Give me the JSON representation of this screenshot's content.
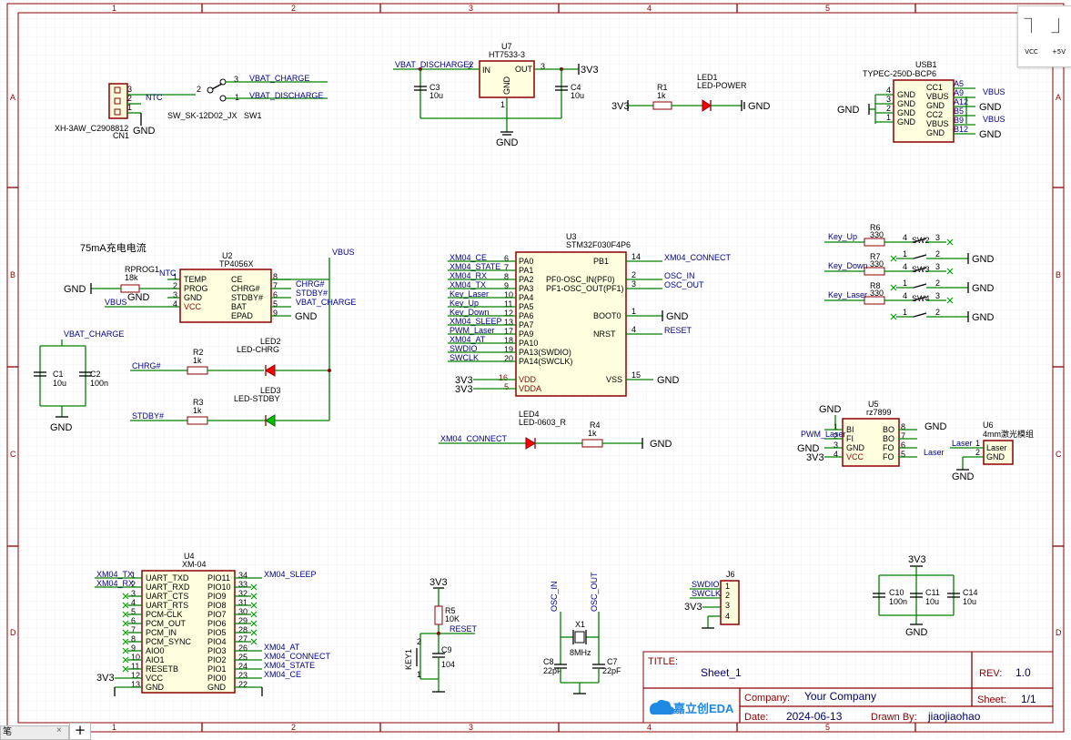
{
  "sheet": {
    "title_label": "TITLE:",
    "title_value": "Sheet_1",
    "rev_label": "REV:",
    "rev_value": "1.0",
    "company_label": "Company:",
    "company_value": "Your Company",
    "sheet_label": "Sheet:",
    "sheet_value": "1/1",
    "date_label": "Date:",
    "date_value": "2024-06-13",
    "drawn_label": "Drawn By:",
    "drawn_value": "jiaojiaohao",
    "logo_text": "嘉立创EDA"
  },
  "grid": {
    "cols": [
      "1",
      "2",
      "3",
      "4",
      "5"
    ],
    "rows": [
      "A",
      "B",
      "C",
      "D"
    ]
  },
  "toolbar": {
    "vcc_label": "VCC",
    "p5v_label": "+5V"
  },
  "tabs": {
    "current": "笔",
    "close": "×",
    "add": "+"
  },
  "power": {
    "gnd": "GND",
    "v33": "3V3",
    "vbus": "VBUS"
  },
  "cn1": {
    "ref": "CN1",
    "value": "XH-3AW_C2908812",
    "pins": [
      "3",
      "2",
      "1"
    ],
    "net_ntc": "NTC"
  },
  "sw1": {
    "ref": "SW1",
    "value": "SW_SK-12D02_JX",
    "pin_a": "3",
    "pin_b": "2",
    "pin_c": "1",
    "net_a": "VBAT_CHARGE",
    "net_b": "VBAT_DISCHARGE"
  },
  "u7": {
    "ref": "U7",
    "value": "HT7533-3",
    "in": "IN",
    "out": "OUT",
    "gnd": "GND",
    "pin_in": "2",
    "pin_out": "3",
    "pin_gnd": "1",
    "net_in": "VBAT_DISCHARGE2"
  },
  "c3": {
    "ref": "C3",
    "value": "10u"
  },
  "c4": {
    "ref": "C4",
    "value": "10u"
  },
  "r1": {
    "ref": "R1",
    "value": "1k"
  },
  "led1": {
    "ref": "LED1",
    "value": "LED-POWER"
  },
  "usb1": {
    "ref": "USB1",
    "value": "TYPEC-250D-BCP6",
    "left_pins": [
      "4",
      "3",
      "2",
      "1"
    ],
    "rows": [
      {
        "name": "CC1",
        "num": "A5"
      },
      {
        "name": "VBUS",
        "num": "A9"
      },
      {
        "name": "GND",
        "num": "A12"
      },
      {
        "name": "CC2",
        "num": "B5"
      },
      {
        "name": "VBUS",
        "num": "B9"
      },
      {
        "name": "GND",
        "num": "B12"
      }
    ]
  },
  "charge_note": "75mA充电电流",
  "u2": {
    "ref": "U2",
    "value": "TP4056X",
    "left": [
      {
        "name": "TEMP",
        "num": "1"
      },
      {
        "name": "PROG",
        "num": "2"
      },
      {
        "name": "GND",
        "num": "3"
      },
      {
        "name": "VCC",
        "num": "4"
      }
    ],
    "right": [
      {
        "name": "CE",
        "num": "8"
      },
      {
        "name": "CHRG#",
        "num": "7"
      },
      {
        "name": "STDBY#",
        "num": "6"
      },
      {
        "name": "BAT",
        "num": "5"
      },
      {
        "name": "EPAD",
        "num": "9"
      }
    ],
    "nets_right": [
      "CHRG#",
      "STDBY#",
      "VBAT_CHARGE"
    ]
  },
  "rprog": {
    "ref": "RPROG1",
    "value": "18k"
  },
  "c1": {
    "ref": "C1",
    "value": "10u"
  },
  "c2": {
    "ref": "C2",
    "value": "100n"
  },
  "r2": {
    "ref": "R2",
    "value": "1k"
  },
  "led2": {
    "ref": "LED2",
    "value": "LED-CHRG"
  },
  "r3": {
    "ref": "R3",
    "value": "1k"
  },
  "led3": {
    "ref": "LED3",
    "value": "LED-STDBY"
  },
  "net_vbat_charge": "VBAT_CHARGE",
  "net_chrg": "CHRG#",
  "net_stdby": "STDBY#",
  "u3": {
    "ref": "U3",
    "value": "STM32F030F4P6",
    "left": [
      {
        "net": "XM04_CE",
        "num": "6",
        "pin": "PA0"
      },
      {
        "net": "XM04_STATE",
        "num": "7",
        "pin": "PA1"
      },
      {
        "net": "XM04_RX",
        "num": "8",
        "pin": "PA2"
      },
      {
        "net": "XM04_TX",
        "num": "9",
        "pin": "PA3"
      },
      {
        "net": "Key_Laser",
        "num": "10",
        "pin": "PA4"
      },
      {
        "net": "Key_Up",
        "num": "11",
        "pin": "PA5"
      },
      {
        "net": "Key_Down",
        "num": "12",
        "pin": "PA6"
      },
      {
        "net": "XM04_SLEEP",
        "num": "13",
        "pin": "PA7"
      },
      {
        "net": "PWM_Laser",
        "num": "17",
        "pin": "PA9"
      },
      {
        "net": "XM04_AT",
        "num": "18",
        "pin": "PA10"
      },
      {
        "net": "SWDIO",
        "num": "19",
        "pin": "PA13(SWDIO)"
      },
      {
        "net": "SWCLK",
        "num": "20",
        "pin": "PA14(SWCLK)"
      }
    ],
    "right_top": [
      {
        "pin": "PB1",
        "num": "14",
        "net": "XM04_CONNECT"
      },
      {
        "pin": "PF0-OSC_IN(PF0)",
        "num": "2",
        "net": "OSC_IN"
      },
      {
        "pin": "PF1-OSC_OUT(PF1)",
        "num": "3",
        "net": "OSC_OUT"
      },
      {
        "pin": "BOOT0",
        "num": "1",
        "net": ""
      },
      {
        "pin": "NRST",
        "num": "4",
        "net": "RESET"
      }
    ],
    "vdd": {
      "pin": "VDD",
      "num": "16"
    },
    "vdda": {
      "pin": "VDDA",
      "num": "5"
    },
    "vss": {
      "pin": "VSS",
      "num": "15"
    }
  },
  "keys": {
    "r6": {
      "ref": "R6",
      "value": "330",
      "net": "Key_Up",
      "sw": "SW2"
    },
    "r7": {
      "ref": "R7",
      "value": "330",
      "net": "Key_Down",
      "sw": "SW3"
    },
    "r8": {
      "ref": "R8",
      "value": "330",
      "net": "Key_Laser",
      "sw": "SW4"
    },
    "pins": [
      "4",
      "3",
      "1",
      "2"
    ]
  },
  "led4": {
    "ref": "LED4",
    "value": "LED-0603_R",
    "net": "XM04_CONNECT"
  },
  "r4": {
    "ref": "R4",
    "value": "1k"
  },
  "u5": {
    "ref": "U5",
    "value": "rz7899",
    "left": [
      {
        "name": "BI",
        "num": "1"
      },
      {
        "name": "FI",
        "num": "2"
      },
      {
        "name": "GND",
        "num": "3"
      },
      {
        "name": "VCC",
        "num": "4"
      }
    ],
    "right": [
      {
        "name": "BO",
        "num": "8"
      },
      {
        "name": "BO",
        "num": "7"
      },
      {
        "name": "FO",
        "num": "6"
      },
      {
        "name": "FO",
        "num": "5"
      }
    ],
    "net_pwm": "PWM_Laser",
    "net_laser": "Laser"
  },
  "u6": {
    "ref": "U6",
    "value": "4mm激光模组",
    "pins": [
      {
        "name": "Laser",
        "num": "1"
      },
      {
        "name": "GND",
        "num": "2"
      }
    ],
    "net": "Laser"
  },
  "u4": {
    "ref": "U4",
    "value": "XM-04",
    "left": [
      {
        "net": "XM04_TX",
        "num": "1",
        "pin": "UART_TXD"
      },
      {
        "net": "XM04_RX",
        "num": "2",
        "pin": "UART_RXD"
      },
      {
        "net": "",
        "num": "3",
        "pin": "UART_CTS"
      },
      {
        "net": "",
        "num": "4",
        "pin": "UART_RTS"
      },
      {
        "net": "",
        "num": "5",
        "pin": "PCM-CLK"
      },
      {
        "net": "",
        "num": "6",
        "pin": "PCM_OUT"
      },
      {
        "net": "",
        "num": "7",
        "pin": "PCM_IN"
      },
      {
        "net": "",
        "num": "8",
        "pin": "PCM_SYNC"
      },
      {
        "net": "",
        "num": "9",
        "pin": "AIO0"
      },
      {
        "net": "",
        "num": "10",
        "pin": "AIO1"
      },
      {
        "net": "",
        "num": "11",
        "pin": "RESETB"
      },
      {
        "net": "3V3",
        "num": "12",
        "pin": "VCC"
      },
      {
        "net": "",
        "num": "13",
        "pin": "GND"
      }
    ],
    "right": [
      {
        "pin": "PIO11",
        "num": "34",
        "net": "XM04_SLEEP"
      },
      {
        "pin": "PIO10",
        "num": "33",
        "net": ""
      },
      {
        "pin": "PIO9",
        "num": "32",
        "net": ""
      },
      {
        "pin": "PIO8",
        "num": "31",
        "net": ""
      },
      {
        "pin": "PIO7",
        "num": "30",
        "net": ""
      },
      {
        "pin": "PIO6",
        "num": "29",
        "net": ""
      },
      {
        "pin": "PIO5",
        "num": "28",
        "net": ""
      },
      {
        "pin": "PIO4",
        "num": "27",
        "net": ""
      },
      {
        "pin": "PIO3",
        "num": "26",
        "net": "XM04_AT"
      },
      {
        "pin": "PIO2",
        "num": "25",
        "net": "XM04_CONNECT"
      },
      {
        "pin": "PIO1",
        "num": "24",
        "net": "XM04_STATE"
      },
      {
        "pin": "PIO0",
        "num": "23",
        "net": "XM04_CE"
      },
      {
        "pin": "GND",
        "num": "22",
        "net": ""
      }
    ]
  },
  "reset": {
    "r5": {
      "ref": "R5",
      "value": "10K"
    },
    "c9": {
      "ref": "C9",
      "value": "104"
    },
    "key": "KEY1",
    "net": "RESET",
    "pin1": "1",
    "pin2": "2"
  },
  "osc": {
    "x1": {
      "ref": "X1",
      "value": "8MHz"
    },
    "c8": {
      "ref": "C8",
      "value": "22pF"
    },
    "c7": {
      "ref": "C7",
      "value": "22pF"
    },
    "net_in": "OSC_IN",
    "net_out": "OSC_OUT"
  },
  "j6": {
    "ref": "J6",
    "pins": [
      "1",
      "2",
      "3",
      "4"
    ],
    "nets": [
      "SWDIO",
      "SWCLK",
      "3V3",
      ""
    ]
  },
  "decoup": {
    "c10": {
      "ref": "C10",
      "value": "100n"
    },
    "c11": {
      "ref": "C11",
      "value": "10u"
    },
    "c14": {
      "ref": "C14",
      "value": "10u"
    }
  }
}
